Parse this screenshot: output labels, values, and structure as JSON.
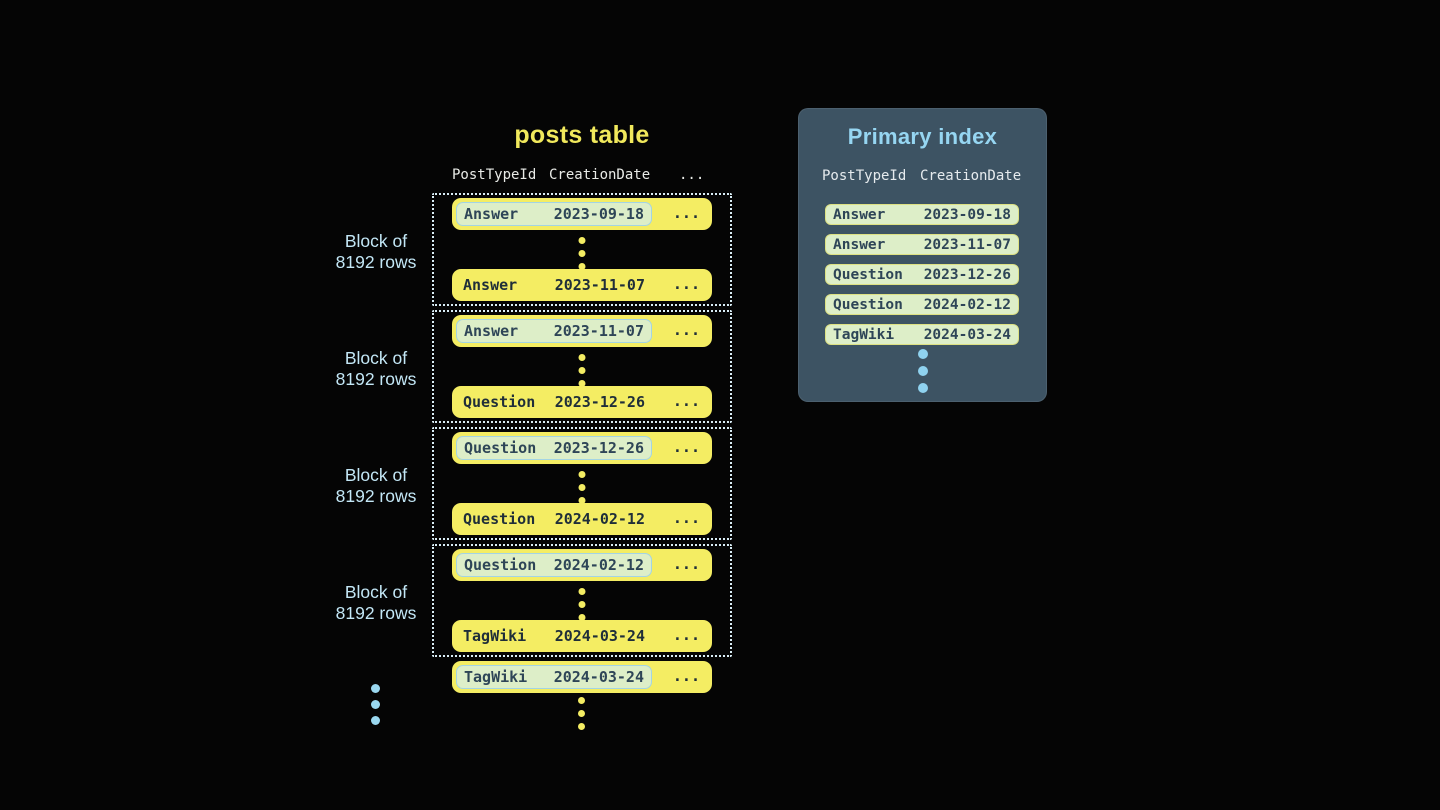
{
  "colors": {
    "background": "#050505",
    "row_yellow": "#f4ed63",
    "title_yellow": "#f1e95c",
    "pill_green": "#ddeec8",
    "pill_border_blue": "#a3d4e4",
    "pill_border_yellow_green": "#dde183",
    "block_border_dotted": "#d9edf5",
    "label_light_blue": "#c3e7f6",
    "panel_background": "#3d5363",
    "panel_title_blue": "#96d6f2",
    "dark_text": "#2e4557",
    "header_text": "#e9ebe7"
  },
  "posts_table": {
    "title": "posts table",
    "columns": [
      "PostTypeId",
      "CreationDate",
      "..."
    ],
    "ellipsis": "...",
    "block_label": {
      "line1": "Block of",
      "line2": "8192 rows"
    },
    "blocks": [
      {
        "first": {
          "type": "Answer",
          "date": "2023-09-18"
        },
        "last": {
          "type": "Answer",
          "date": "2023-11-07"
        }
      },
      {
        "first": {
          "type": "Answer",
          "date": "2023-11-07"
        },
        "last": {
          "type": "Question",
          "date": "2023-12-26"
        }
      },
      {
        "first": {
          "type": "Question",
          "date": "2023-12-26"
        },
        "last": {
          "type": "Question",
          "date": "2024-02-12"
        }
      },
      {
        "first": {
          "type": "Question",
          "date": "2024-02-12"
        },
        "last": {
          "type": "TagWiki",
          "date": "2024-03-24"
        }
      }
    ],
    "overflow_row": {
      "type": "TagWiki",
      "date": "2024-03-24"
    }
  },
  "primary_index": {
    "title": "Primary index",
    "columns": [
      "PostTypeId",
      "CreationDate"
    ],
    "rows": [
      {
        "type": "Answer",
        "date": "2023-09-18"
      },
      {
        "type": "Answer",
        "date": "2023-11-07"
      },
      {
        "type": "Question",
        "date": "2023-12-26"
      },
      {
        "type": "Question",
        "date": "2024-02-12"
      },
      {
        "type": "TagWiki",
        "date": "2024-03-24"
      }
    ]
  }
}
